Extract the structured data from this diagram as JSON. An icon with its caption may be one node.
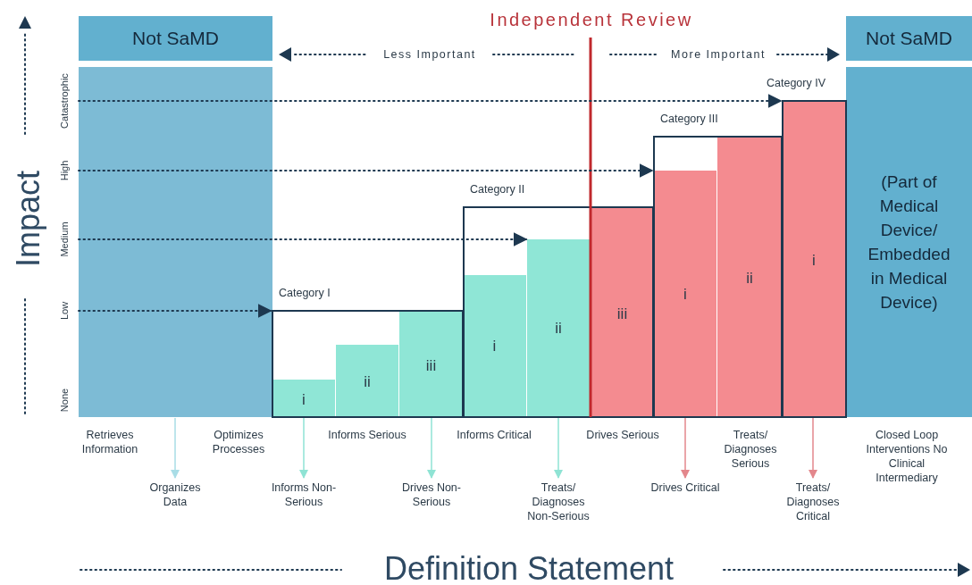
{
  "diagram": {
    "nodes": [
      {
        "text": [
          "Not SaMD"
        ]
      },
      {
        "text": [],
        "shape": "box"
      },
      {
        "text": [
          "Not SaMD"
        ]
      },
      {
        "text": [
          "(Part of Medical Device/ Embedded in Medical Device)"
        ]
      },
      {
        "text": [
          "Category I"
        ]
      },
      {
        "text": [
          "i"
        ],
        "in": 4
      },
      {
        "text": [
          "ii"
        ],
        "in": 4
      },
      {
        "text": [
          "iii"
        ],
        "in": 4
      },
      {
        "text": [
          "Category II"
        ]
      },
      {
        "text": [
          "i"
        ],
        "in": 8
      },
      {
        "text": [
          "ii"
        ],
        "in": 8
      },
      {
        "text": [
          "iii"
        ],
        "in": 8
      },
      {
        "text": [
          "Category III"
        ]
      },
      {
        "text": [
          "i"
        ],
        "in": 12
      },
      {
        "text": [
          "ii"
        ],
        "in": 12
      },
      {
        "text": [
          "Category IV"
        ]
      },
      {
        "text": [
          "i"
        ],
        "in": 15
      },
      {
        "text": [
          "Organizes Data"
        ]
      },
      {
        "text": [
          "Informs Non-Serious"
        ]
      },
      {
        "text": [
          "Drives Non-Serious"
        ]
      },
      {
        "text": [
          "Treats/ Diagnoses Non-Serious"
        ]
      },
      {
        "text": [
          "Drives Critical"
        ]
      },
      {
        "text": [
          "Treats/ Diagnoses Critical"
        ]
      }
    ],
    "edges": [
      {
        "from": 1,
        "to": 4,
        "arrow": "to",
        "style": "dashed"
      },
      {
        "from": 1,
        "to": 10,
        "arrow": "to",
        "style": "dashed"
      },
      {
        "from": 1,
        "to": 12,
        "arrow": "to",
        "style": "dashed"
      },
      {
        "from": 1,
        "to": 15,
        "arrow": "to",
        "style": "dashed"
      },
      {
        "from": 1,
        "to": 17,
        "arrow": "to",
        "color": "#a9dde6"
      },
      {
        "from": 5,
        "to": 18,
        "arrow": "to",
        "color": "#8fe3d4"
      },
      {
        "from": 7,
        "to": 19,
        "arrow": "to",
        "color": "#8fe3d4"
      },
      {
        "from": 10,
        "to": 20,
        "arrow": "to",
        "color": "#8fe3d4"
      },
      {
        "from": 13,
        "to": 21,
        "arrow": "to",
        "color": "#e3878c"
      },
      {
        "from": 16,
        "to": 22,
        "arrow": "to",
        "color": "#e3878c"
      }
    ],
    "labels": [
      "Independent Review",
      "Less Important",
      "More Important",
      "Impact",
      "Catastrophic",
      "High",
      "Medium",
      "Low",
      "None",
      "Retrieves Information",
      "Optimizes Processes",
      "Informs Serious",
      "Informs Critical",
      "Drives Serious",
      "Treats/ Diagnoses Serious",
      "Closed Loop Interventions No Clinical Intermediary",
      "Definition Statement"
    ]
  }
}
